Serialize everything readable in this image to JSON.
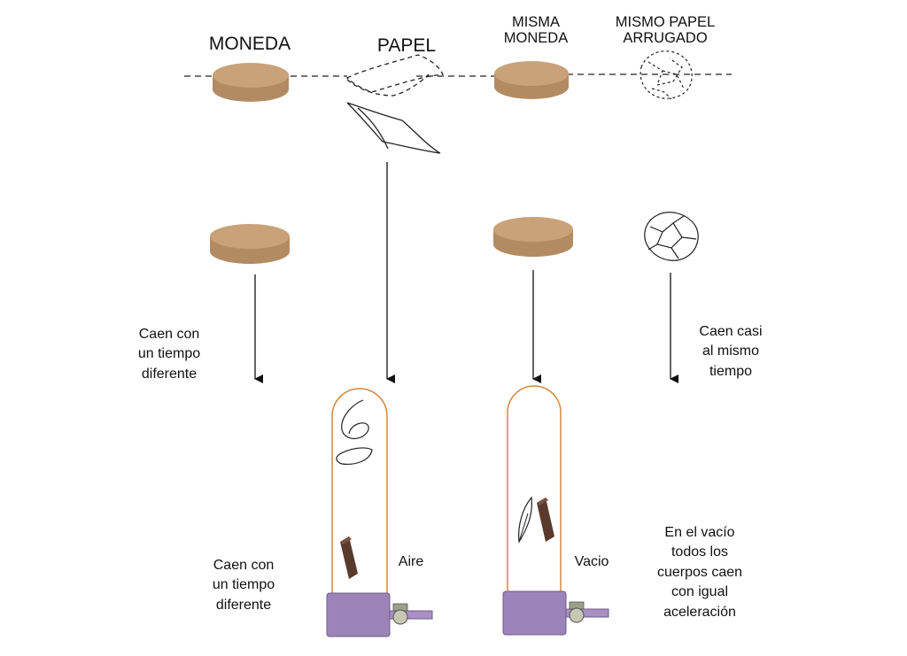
{
  "top_labels": {
    "coin": "MONEDA",
    "paper": "PAPEL",
    "same_coin": "MISMA\nMONEDA",
    "same_paper": "MISMO PAPEL\nARRUGADO"
  },
  "side_notes": {
    "left_air": "Caen con\nun tiempo\ndiferente",
    "right_crumpled": "Caen casi\nal mismo\ntiempo",
    "bottom_left": "Caen con\nun tiempo\ndiferente",
    "bottom_right": "En el vacío\ntodos los\ncuerpos caen\ncon igual\naceleración"
  },
  "tube_labels": {
    "air": "Aire",
    "vacuum": "Vacio"
  },
  "colors": {
    "coin": "#c9a27a",
    "coin_edge": "#b48a5f",
    "tube": "#d4873f",
    "base": "#9c84b8",
    "brick": "#5a3a2c",
    "arrow": "#111111"
  },
  "icons": [
    "coin-icon",
    "paper-sheet-icon",
    "crumpled-paper-icon",
    "feather-icon",
    "brick-icon",
    "vacuum-tube-icon",
    "valve-icon"
  ]
}
